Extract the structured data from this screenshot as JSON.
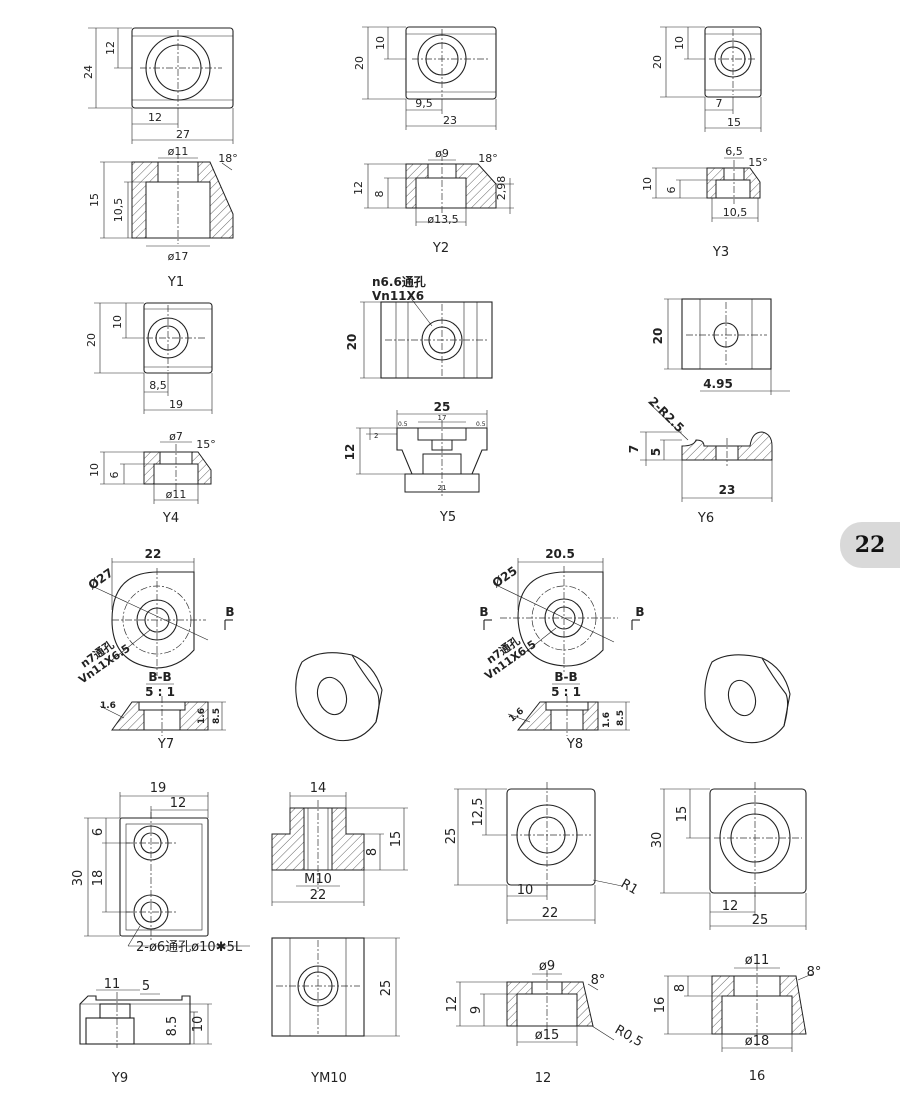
{
  "page_number": "22",
  "parts": {
    "y1": {
      "label": "Y1",
      "h_top": "24",
      "h_half": "12",
      "w_half": "12",
      "w": "27",
      "d_top": "ø11",
      "ang": "18°",
      "h": "15",
      "h_in": "10,5",
      "d_bot": "ø17"
    },
    "y2": {
      "label": "Y2",
      "h_top": "20",
      "h_half": "10",
      "w_half": "9,5",
      "w": "23",
      "d_top": "ø9",
      "ang": "18°",
      "h": "12",
      "h_in": "8",
      "h_side": "2,98",
      "d_bot": "ø13,5"
    },
    "y3": {
      "label": "Y3",
      "h_top": "20",
      "h_half": "10",
      "w_half": "7",
      "w": "15",
      "d_top": "6,5",
      "ang": "15°",
      "h": "10",
      "h_in": "6",
      "d_bot": "10,5"
    },
    "y4": {
      "label": "Y4",
      "h_top": "20",
      "h_half": "10",
      "w_half": "8,5",
      "w": "19",
      "d_top": "ø7",
      "ang": "15°",
      "h": "10",
      "h_in": "6",
      "d_bot": "ø11"
    },
    "y5": {
      "label": "Y5",
      "hole_note_1": "n6.6通孔",
      "hole_note_2": "Vn11X6",
      "h_top": "20",
      "w": "25",
      "w_in": "17",
      "h": "12",
      "step": "2",
      "w_bot": "21",
      "chamfer": "0.5"
    },
    "y6": {
      "label": "Y6",
      "h_top": "20",
      "offset": "4.95",
      "radius": "2-R2.5",
      "h": "7",
      "h_in": "5",
      "w": "23"
    },
    "y7": {
      "label": "Y7",
      "w": "22",
      "dia": "Ø27",
      "section_mark": "B",
      "hole_note_1": "n7通孔",
      "hole_note_2": "Vn11X6.5",
      "section_title": "B-B",
      "section_scale": "5 : 1",
      "edge": "1.6",
      "h_in": "1.6",
      "h": "8.5"
    },
    "y8": {
      "label": "Y8",
      "w": "20.5",
      "dia": "Ø25",
      "section_mark": "B",
      "hole_note_1": "n7通孔",
      "hole_note_2": "Vn11X6.5",
      "section_title": "B-B",
      "section_scale": "5 : 1",
      "edge": "1.6",
      "h_in": "1.6",
      "h": "8.5"
    },
    "y9": {
      "label": "Y9",
      "w": "19",
      "w_part": "12",
      "h": "30",
      "h_a": "6",
      "h_b": "18",
      "hole_note": "2-ø6通孔ø10✱5L",
      "s_a": "11",
      "s_b": "5",
      "s_h1": "8.5",
      "s_h2": "10"
    },
    "ym10": {
      "label": "YM10",
      "w_top": "14",
      "thread": "M10",
      "w": "22",
      "h": "15",
      "h_in": "8",
      "h_plan": "25"
    },
    "p12": {
      "label": "12",
      "h": "25",
      "h_half": "12,5",
      "w_half": "10",
      "w": "22",
      "r": "R1",
      "d_top": "ø9",
      "ang": "8°",
      "s_h": "12",
      "s_h_in": "9",
      "d_bot": "ø15",
      "r_bot": "R0,5"
    },
    "p16": {
      "label": "16",
      "h": "30",
      "h_half": "15",
      "w_half": "12",
      "w": "25",
      "d_top": "ø11",
      "ang": "8°",
      "s_h": "16",
      "s_h_in": "8",
      "d_bot": "ø18"
    }
  }
}
